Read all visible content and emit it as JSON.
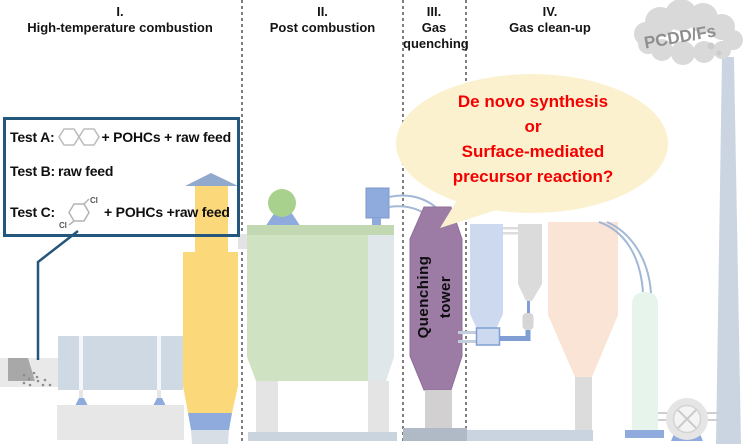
{
  "stages": [
    {
      "numeral": "I.",
      "label": "High-temperature combustion"
    },
    {
      "numeral": "II.",
      "label": "Post combustion"
    },
    {
      "numeral": "III.",
      "label": "Gas quenching"
    },
    {
      "numeral": "IV.",
      "label": "Gas clean-up"
    }
  ],
  "test_box": {
    "row_a": {
      "label": "Test A:",
      "text": "+ POHCs + raw feed"
    },
    "row_b": {
      "label": "Test B:",
      "text": "raw feed"
    },
    "row_c": {
      "label": "Test C:",
      "text": "+ POHCs +raw feed"
    },
    "cl": "Cl"
  },
  "quenching_tower": {
    "line1": "Quenching",
    "line2": "tower"
  },
  "bubble": {
    "line1": "De novo synthesis",
    "line2": "or",
    "line3": "Surface-mediated",
    "line4": "precursor reaction?"
  },
  "emission": {
    "label": "PCDD/Fs"
  },
  "colors": {
    "accent_red": "#F40000",
    "bubble_fill": "#FCF1CF",
    "tower_purple": "#9C7CA5",
    "chamber_yellow": "#FBD87A",
    "chamber_green": "#CFE2C2",
    "kiln_bluegray": "#CFD9E3",
    "box_border_blue": "#25567B",
    "cloud_gray": "#D9D9D9"
  }
}
